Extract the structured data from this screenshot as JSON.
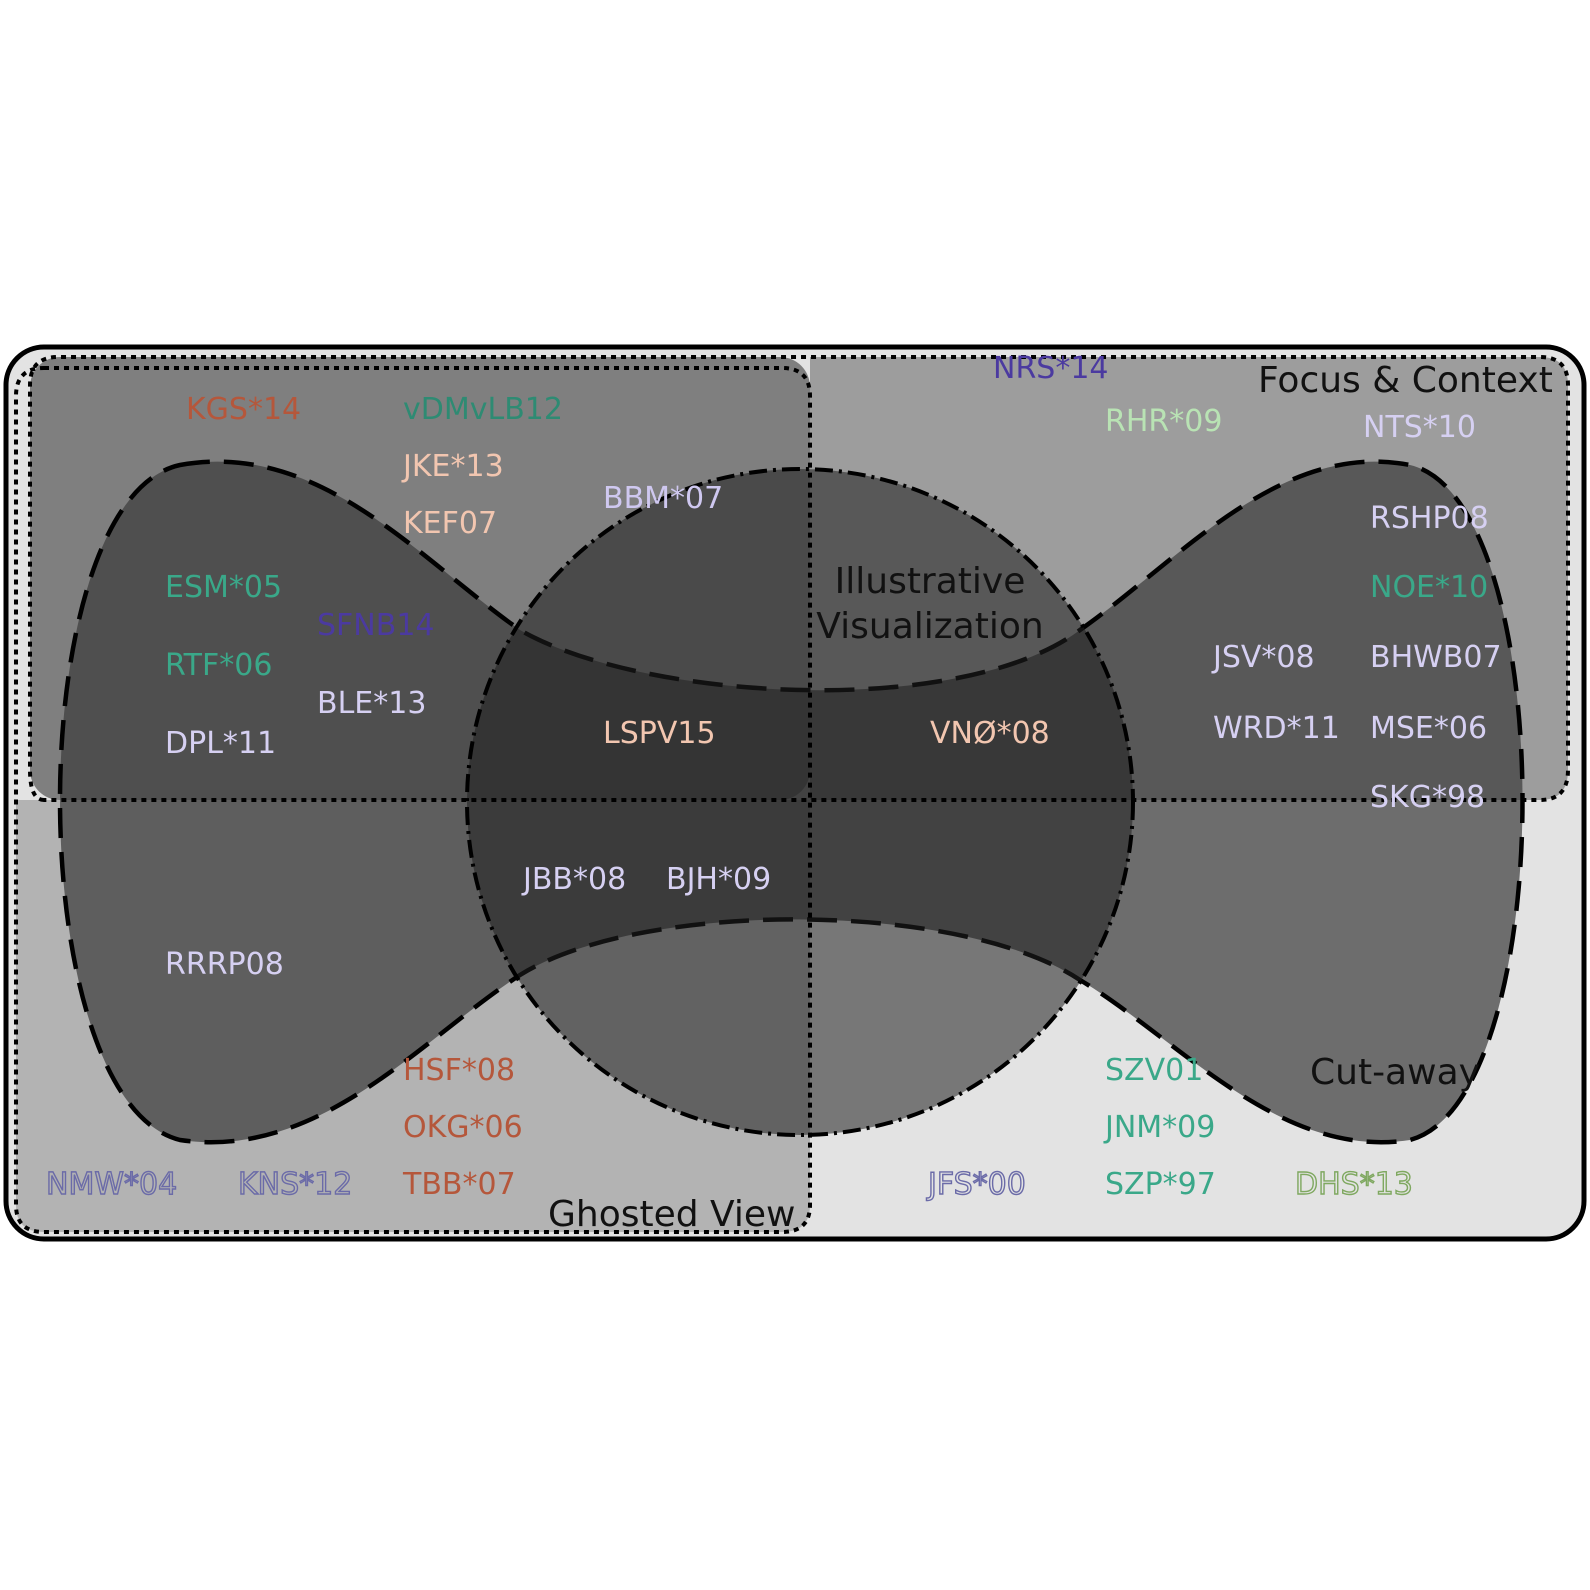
{
  "diagram": {
    "colors": {
      "background": "#ffffff",
      "outer_fill": "#e3e3e3",
      "focus_fill": "#7f7f7f",
      "focus_fill_right": "#9d9d9d",
      "ghosted_fill": "#b3b3b3",
      "shape_fill": "#3a3a3a",
      "circle_fill": "#2e2e2e",
      "border": "#000000"
    },
    "sets": {
      "illustrative_visualization": {
        "line1": "Illustrative",
        "line2": "Visualization"
      },
      "focus_context": "Focus & Context",
      "cut_away": "Cut-away",
      "ghosted_view": "Ghosted View"
    },
    "references": [
      {
        "id": "ref-kgs14",
        "text": "KGS*14",
        "color": "#b5573b",
        "style": "fill"
      },
      {
        "id": "ref-vdmvlb12",
        "text": "vDMvLB12",
        "color": "#2e8b73",
        "style": "fill"
      },
      {
        "id": "ref-jke13",
        "text": "JKE*13",
        "color": "#f2c6b0",
        "style": "fill"
      },
      {
        "id": "ref-kef07",
        "text": "KEF07",
        "color": "#f2c6b0",
        "style": "fill"
      },
      {
        "id": "ref-bbm07",
        "text": "BBM*07",
        "color": "#cfc8f0",
        "style": "fill"
      },
      {
        "id": "ref-esm05",
        "text": "ESM*05",
        "color": "#3aa889",
        "style": "fill"
      },
      {
        "id": "ref-sfnb14",
        "text": "SFNB14",
        "color": "#4b3aa0",
        "style": "fill"
      },
      {
        "id": "ref-rtf06",
        "text": "RTF*06",
        "color": "#3aa889",
        "style": "fill"
      },
      {
        "id": "ref-ble13",
        "text": "BLE*13",
        "color": "#d6d0f2",
        "style": "fill"
      },
      {
        "id": "ref-dpl11",
        "text": "DPL*11",
        "color": "#d6d0f2",
        "style": "fill"
      },
      {
        "id": "ref-lspv15",
        "text": "LSPV15",
        "color": "#f2c6b0",
        "style": "fill"
      },
      {
        "id": "ref-vno08",
        "text": "VNØ*08",
        "color": "#f2c6b0",
        "style": "fill"
      },
      {
        "id": "ref-jbb08",
        "text": "JBB*08",
        "color": "#d6d0f2",
        "style": "fill"
      },
      {
        "id": "ref-bjh09",
        "text": "BJH*09",
        "color": "#d6d0f2",
        "style": "fill"
      },
      {
        "id": "ref-rrrp08",
        "text": "RRRP08",
        "color": "#d6d0f2",
        "style": "fill"
      },
      {
        "id": "ref-hsf08",
        "text": "HSF*08",
        "color": "#b5573b",
        "style": "fill"
      },
      {
        "id": "ref-okg06",
        "text": "OKG*06",
        "color": "#b5573b",
        "style": "fill"
      },
      {
        "id": "ref-tbb07",
        "text": "TBB*07",
        "color": "#b5573b",
        "style": "fill"
      },
      {
        "id": "ref-nmw04",
        "text": "NMW*04",
        "color": "#6b6ba8",
        "style": "outline"
      },
      {
        "id": "ref-kns12",
        "text": "KNS*12",
        "color": "#6b6ba8",
        "style": "outline"
      },
      {
        "id": "ref-nrs14",
        "text": "NRS*14",
        "color": "#4b3aa0",
        "style": "fill"
      },
      {
        "id": "ref-rhr09",
        "text": "RHR*09",
        "color": "#b9e3b4",
        "style": "fill"
      },
      {
        "id": "ref-nts10",
        "text": "NTS*10",
        "color": "#d6d0f2",
        "style": "fill"
      },
      {
        "id": "ref-rshp08",
        "text": "RSHP08",
        "color": "#d6d0f2",
        "style": "fill"
      },
      {
        "id": "ref-noe10",
        "text": "NOE*10",
        "color": "#3aa889",
        "style": "fill"
      },
      {
        "id": "ref-jsv08",
        "text": "JSV*08",
        "color": "#d6d0f2",
        "style": "fill"
      },
      {
        "id": "ref-bhwb07",
        "text": "BHWB07",
        "color": "#d6d0f2",
        "style": "fill"
      },
      {
        "id": "ref-wrd11",
        "text": "WRD*11",
        "color": "#d6d0f2",
        "style": "fill"
      },
      {
        "id": "ref-mse06",
        "text": "MSE*06",
        "color": "#d6d0f2",
        "style": "fill"
      },
      {
        "id": "ref-skg98",
        "text": "SKG*98",
        "color": "#d6d0f2",
        "style": "fill"
      },
      {
        "id": "ref-szv01",
        "text": "SZV01",
        "color": "#3aa889",
        "style": "fill"
      },
      {
        "id": "ref-jnm09",
        "text": "JNM*09",
        "color": "#3aa889",
        "style": "fill"
      },
      {
        "id": "ref-szp97",
        "text": "SZP*97",
        "color": "#3aa889",
        "style": "fill"
      },
      {
        "id": "ref-jfs00",
        "text": "JFS*00",
        "color": "#6b6ba8",
        "style": "outline"
      },
      {
        "id": "ref-dhs13",
        "text": "DHS*13",
        "color": "#7fa860",
        "style": "outline"
      }
    ]
  }
}
